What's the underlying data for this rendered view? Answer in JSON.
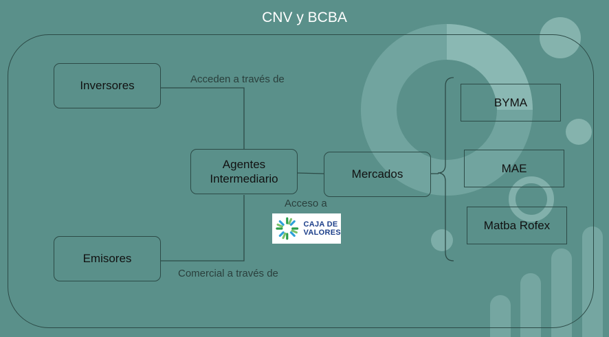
{
  "title": "CNV y BCBA",
  "nodes": {
    "inversores": "Inversores",
    "emisores": "Emisores",
    "agentes_line1": "Agentes",
    "agentes_line2": "Intermediario",
    "mercados": "Mercados",
    "byma": "BYMA",
    "mae": "MAE",
    "matba": "Matba Rofex"
  },
  "edge_labels": {
    "acceden": "Acceden a través de",
    "comercial": "Comercial a través de",
    "acceso": "Acceso a"
  },
  "logo": {
    "line1": "CAJA DE",
    "line2": "VALORES",
    "icon": "starburst-logo-icon"
  },
  "colors": {
    "background": "#5a908a",
    "line": "#2c4a46",
    "decor": "#8fbdb7",
    "logo_text": "#1d3f8a"
  }
}
